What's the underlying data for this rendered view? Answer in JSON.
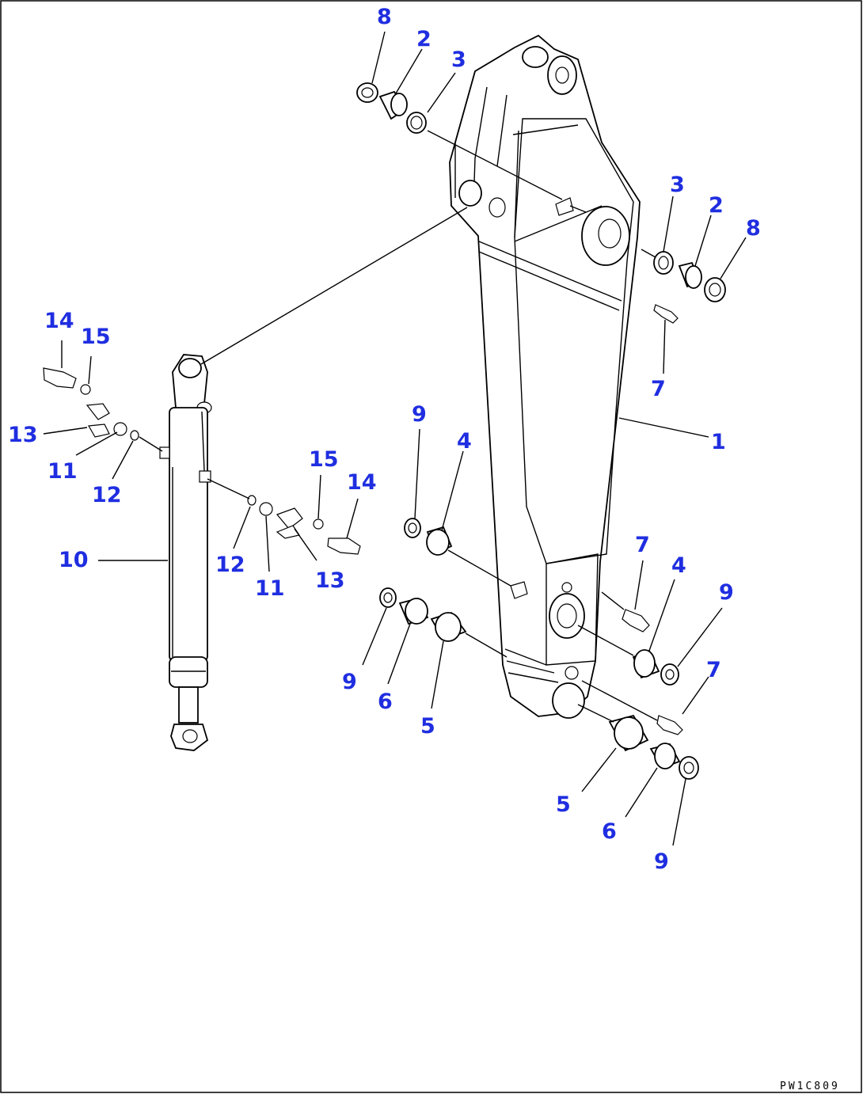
{
  "drawing_code": "PW1C809",
  "callouts": [
    {
      "id": "c8a",
      "label": "8"
    },
    {
      "id": "c2a",
      "label": "2"
    },
    {
      "id": "c3a",
      "label": "3"
    },
    {
      "id": "c3b",
      "label": "3"
    },
    {
      "id": "c2b",
      "label": "2"
    },
    {
      "id": "c8b",
      "label": "8"
    },
    {
      "id": "c7a",
      "label": "7"
    },
    {
      "id": "c1",
      "label": "1"
    },
    {
      "id": "c14a",
      "label": "14"
    },
    {
      "id": "c15a",
      "label": "15"
    },
    {
      "id": "c13a",
      "label": "13"
    },
    {
      "id": "c11a",
      "label": "11"
    },
    {
      "id": "c12a",
      "label": "12"
    },
    {
      "id": "c9a",
      "label": "9"
    },
    {
      "id": "c4a",
      "label": "4"
    },
    {
      "id": "c15b",
      "label": "15"
    },
    {
      "id": "c14b",
      "label": "14"
    },
    {
      "id": "c10",
      "label": "10"
    },
    {
      "id": "c12b",
      "label": "12"
    },
    {
      "id": "c11b",
      "label": "11"
    },
    {
      "id": "c13b",
      "label": "13"
    },
    {
      "id": "c7b",
      "label": "7"
    },
    {
      "id": "c4b",
      "label": "4"
    },
    {
      "id": "c9b",
      "label": "9"
    },
    {
      "id": "c9c",
      "label": "9"
    },
    {
      "id": "c6a",
      "label": "6"
    },
    {
      "id": "c5a",
      "label": "5"
    },
    {
      "id": "c7c",
      "label": "7"
    },
    {
      "id": "c5b",
      "label": "5"
    },
    {
      "id": "c6b",
      "label": "6"
    },
    {
      "id": "c9d",
      "label": "9"
    }
  ]
}
